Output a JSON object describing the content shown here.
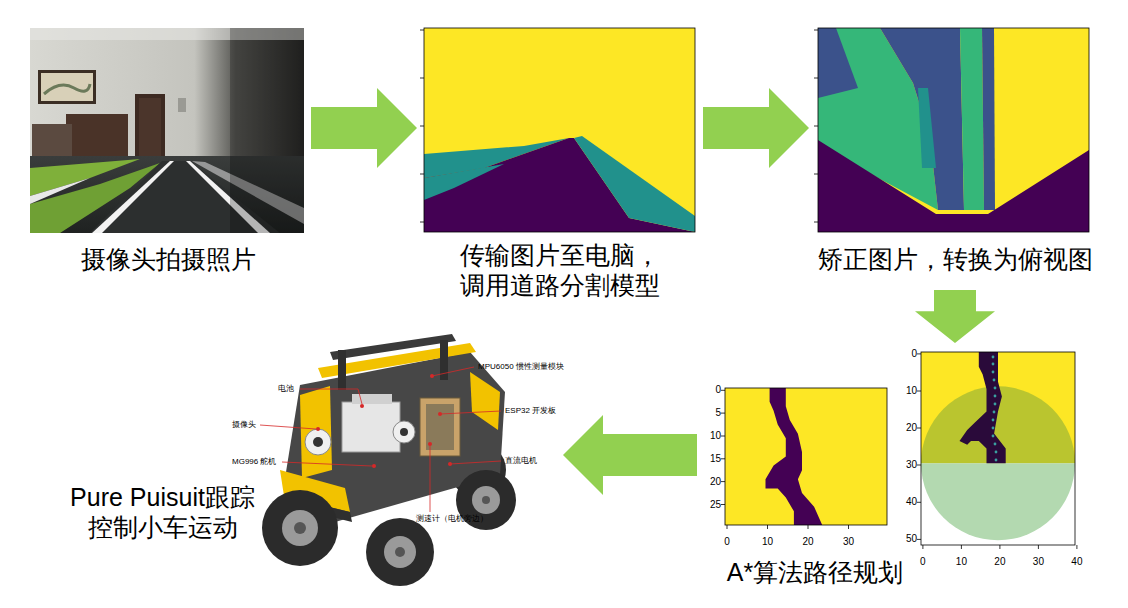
{
  "diagram": {
    "nodes": [
      {
        "text": [
          "摄像头拍摄照片"
        ]
      },
      {
        "text": [
          "传输图片至电脑， 调用道路分割模型"
        ]
      },
      {
        "text": [
          "矫正图片，转换为俯视图"
        ]
      },
      {
        "text": [
          "A*算法路径规划"
        ]
      },
      {
        "text": [
          "Pure Puisuit跟踪 控制小车运动"
        ]
      }
    ],
    "edges": [
      {
        "from": 0,
        "to": 1,
        "arrow": "to"
      },
      {
        "from": 1,
        "to": 2,
        "arrow": "to"
      },
      {
        "from": 2,
        "to": 3,
        "arrow": "to"
      },
      {
        "from": 3,
        "to": 4,
        "arrow": "to"
      }
    ],
    "labels": [
      "0",
      "5",
      "10",
      "15",
      "20",
      "25",
      "0",
      "10",
      "20",
      "30",
      "0",
      "10",
      "20",
      "30",
      "40",
      "50",
      "0",
      "10",
      "20",
      "30",
      "40",
      "MPU6050 惯性测量模块",
      "电池",
      "ESP32 开发板",
      "摄像头",
      "MG996 舵机",
      "直流电机",
      "测速计（电机旁边）"
    ]
  }
}
